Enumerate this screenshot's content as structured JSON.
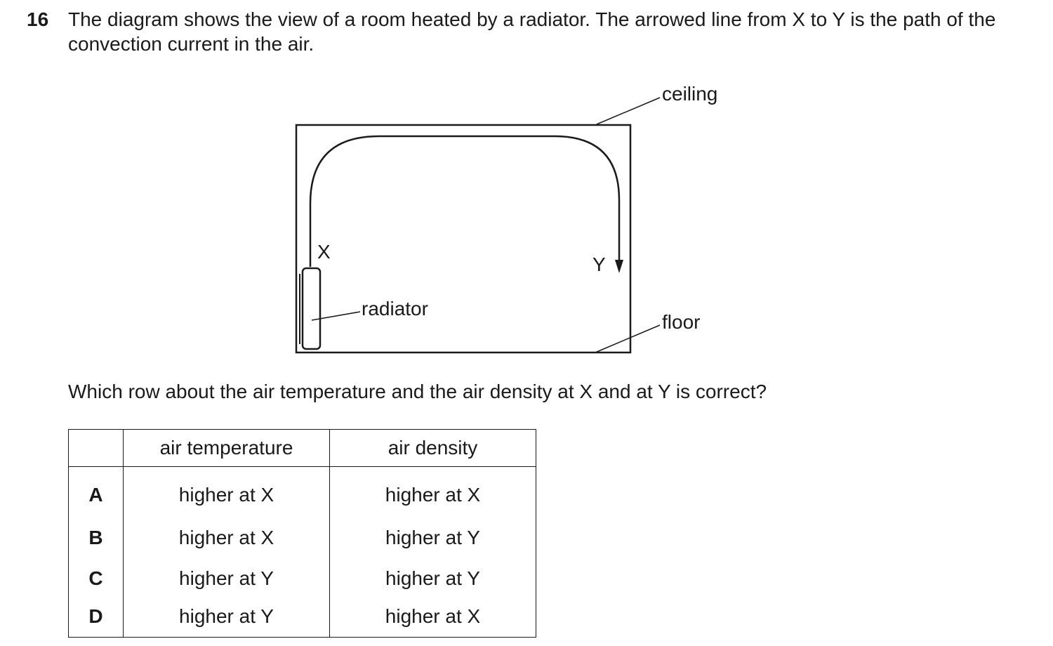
{
  "question": {
    "number": "16",
    "text": "The diagram shows the view of a room heated by a radiator. The arrowed line from X to Y is the path of the convection current in the air.",
    "prompt": "Which row about the air temperature and the air density at X and at Y is correct?"
  },
  "diagram": {
    "labels": {
      "ceiling": "ceiling",
      "floor": "floor",
      "radiator": "radiator",
      "x": "X",
      "y": "Y"
    }
  },
  "table": {
    "headers": [
      "",
      "air temperature",
      "air density"
    ],
    "rows": [
      {
        "option": "A",
        "temperature": "higher at X",
        "density": "higher at X"
      },
      {
        "option": "B",
        "temperature": "higher at X",
        "density": "higher at Y"
      },
      {
        "option": "C",
        "temperature": "higher at Y",
        "density": "higher at Y"
      },
      {
        "option": "D",
        "temperature": "higher at Y",
        "density": "higher at X"
      }
    ]
  }
}
